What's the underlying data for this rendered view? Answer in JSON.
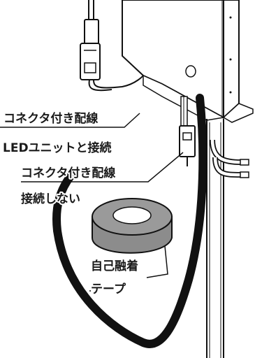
{
  "labels": {
    "connector_wire_1": "コネクタ付き配線",
    "connect_led": "LEDユニットと接続",
    "connector_wire_2": "コネクタ付き配線",
    "no_connect": "接続しない",
    "tape_line1": "自己融着",
    "tape_line2": "テープ"
  }
}
